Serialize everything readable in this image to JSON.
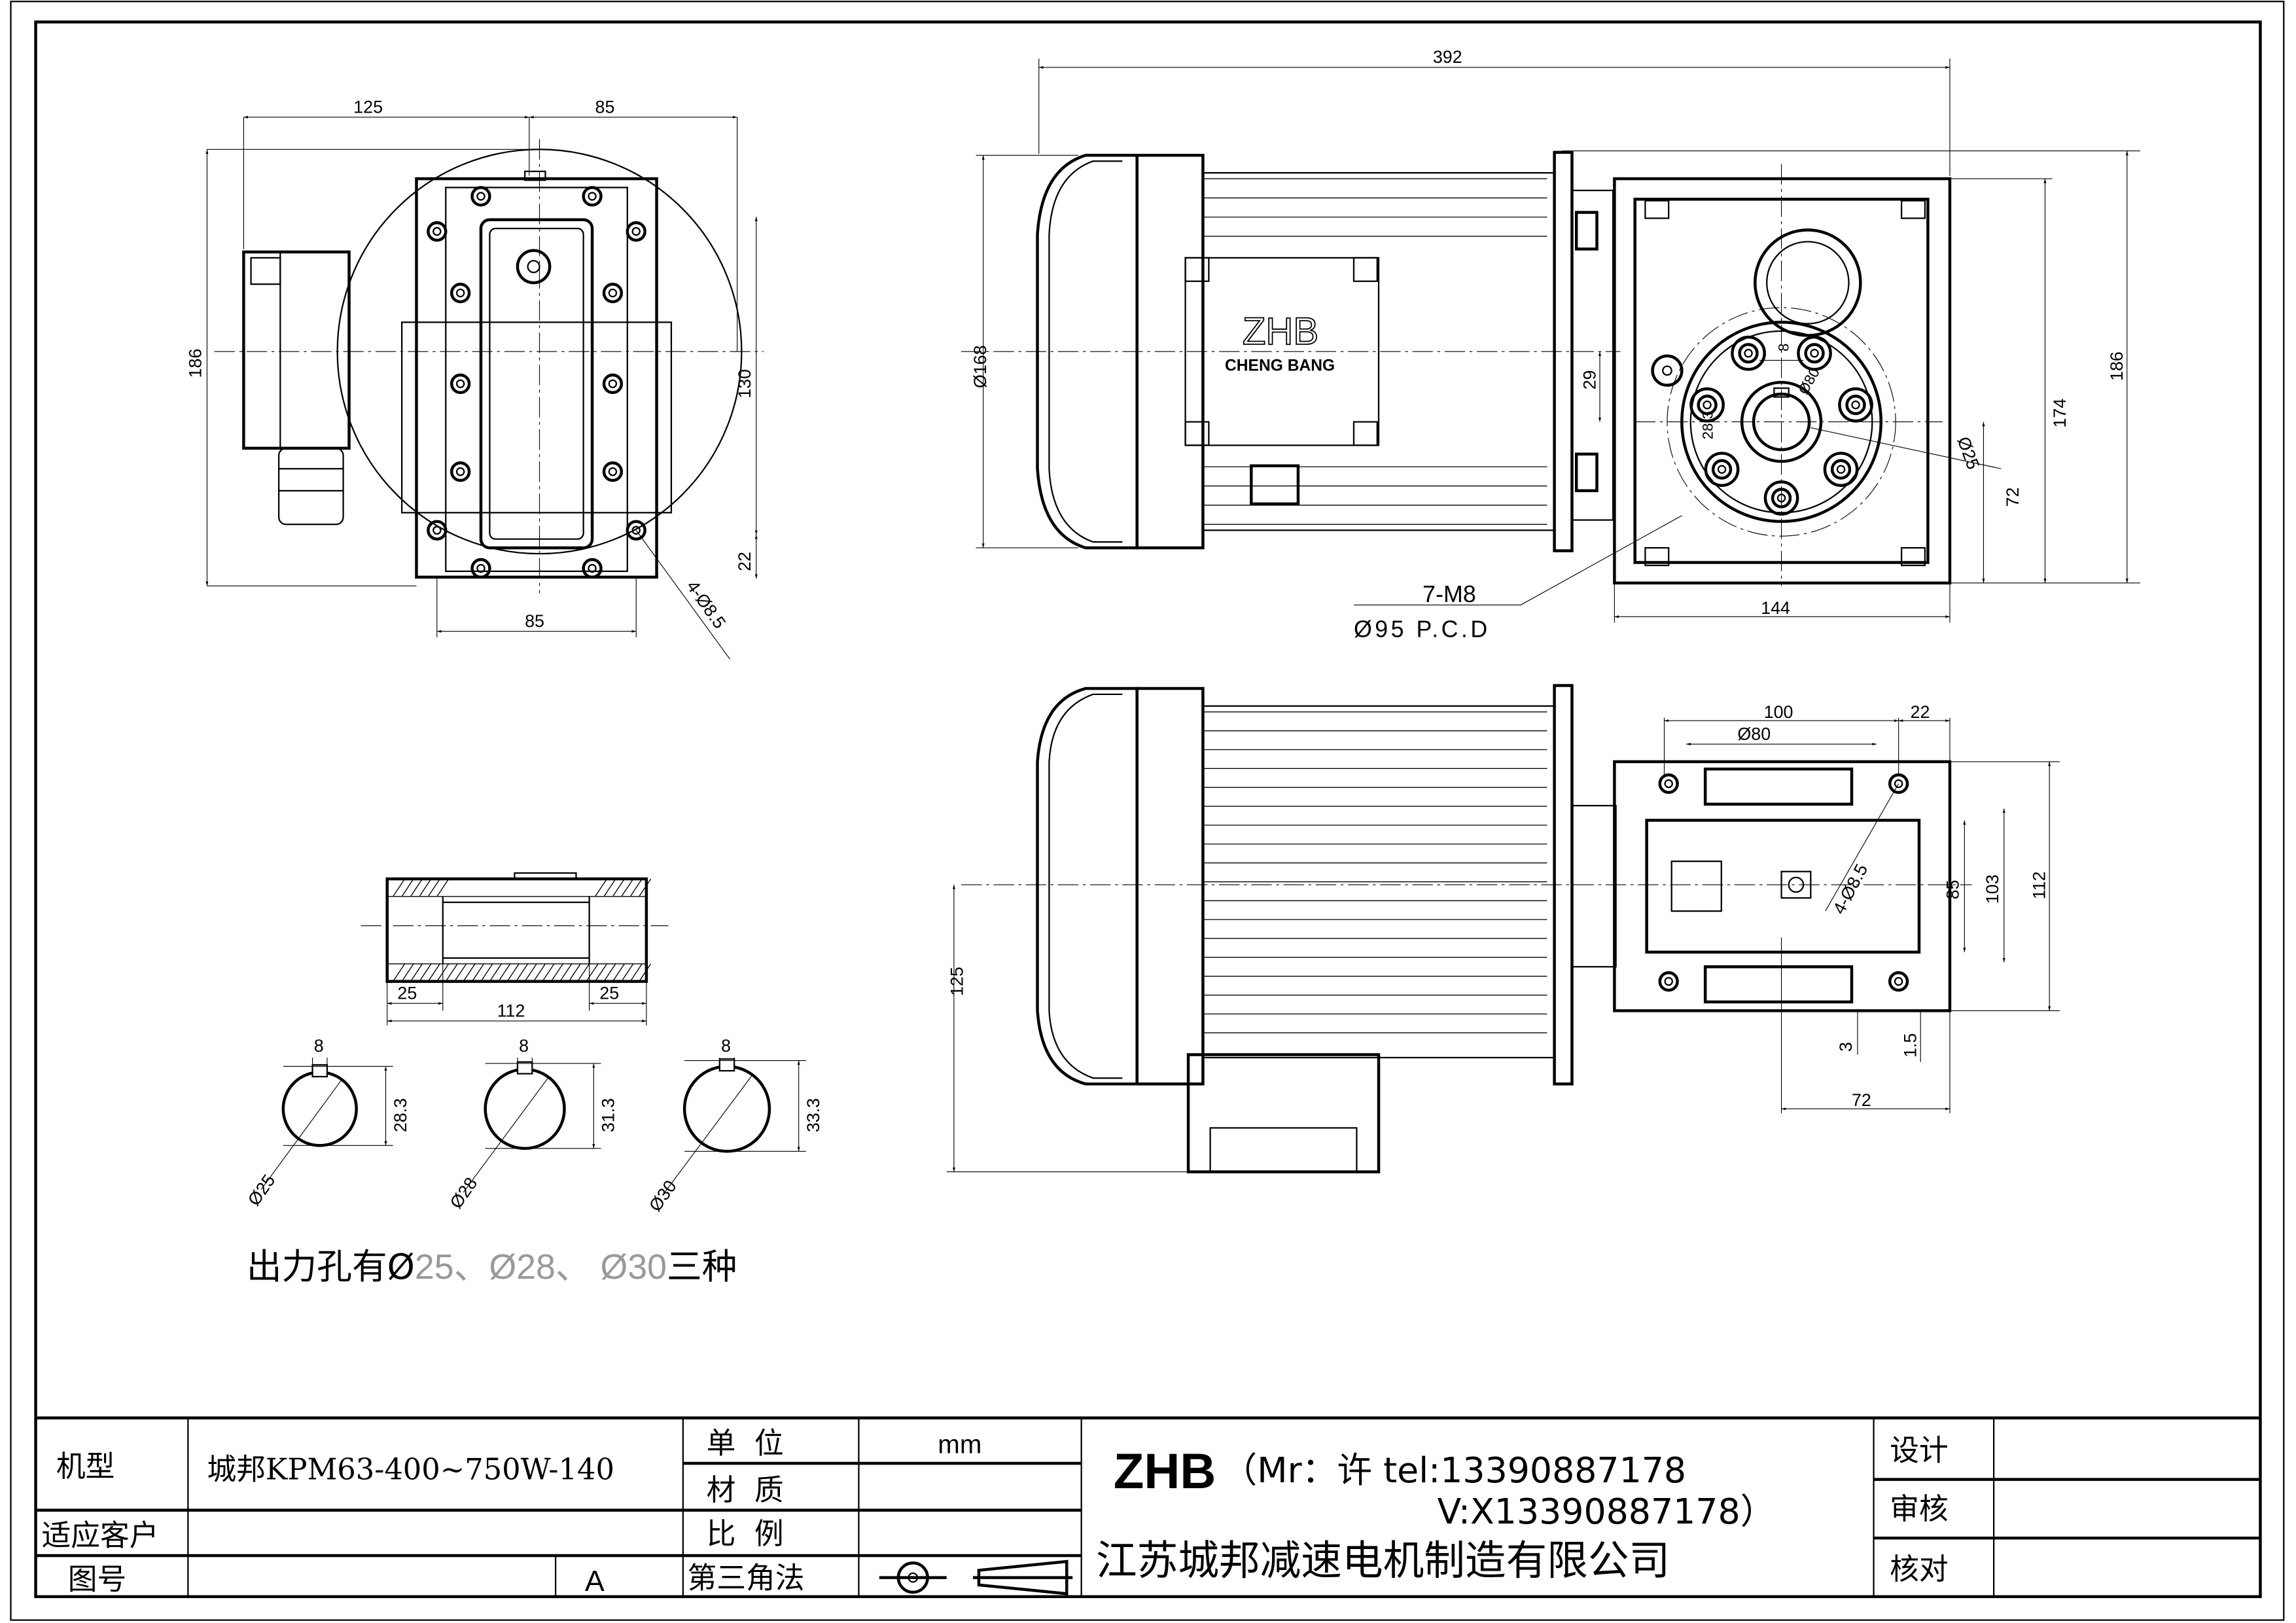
{
  "drawing": {
    "front_view": {
      "dims": {
        "w_left": "125",
        "w_right": "85",
        "height": "186",
        "h_mount": "130",
        "h_bottom": "22",
        "w_bottom": "85",
        "holes": "4-Ø8.5"
      }
    },
    "side_view": {
      "motor_label": {
        "brand": "ZHB",
        "name": "CHENG BANG"
      },
      "dims": {
        "length": "392",
        "motor_dia": "Ø168",
        "offset": "29",
        "key": "8",
        "dia80": "Ø80",
        "keyh": "28.3",
        "bore": "Ø25",
        "h174": "174",
        "h186": "186",
        "h72": "72",
        "w144": "144",
        "bolts": "7-M8",
        "pcd": "Ø95 P.C.D"
      }
    },
    "bottom_view": {
      "dims": {
        "w100": "100",
        "w22": "22",
        "dia80": "Ø80",
        "holes": "4-Ø8.5",
        "h85": "85",
        "h103": "103",
        "h112": "112",
        "h125": "125",
        "d3": "3",
        "d15": "1.5",
        "w72": "72"
      }
    },
    "shaft": {
      "dims": {
        "left": "25",
        "total": "112",
        "right": "25"
      }
    },
    "bores": [
      {
        "key": "8",
        "height": "28.3",
        "dia": "Ø25"
      },
      {
        "key": "8",
        "height": "31.3",
        "dia": "Ø28"
      },
      {
        "key": "8",
        "height": "33.3",
        "dia": "Ø30"
      }
    ],
    "note": {
      "prefix": "出力孔有Ø",
      "v1": "25、Ø28、  Ø30",
      "suffix": "三种"
    }
  },
  "title_block": {
    "model_label": "机型",
    "model_value": "城邦KPM63-400~750W-140",
    "unit_label": "单  位",
    "unit_value": "mm",
    "material_label": "材  质",
    "customer_label": "适应客户",
    "scale_label": "比  例",
    "drawing_no_label": "图号",
    "revision": "A",
    "projection_label": "第三角法",
    "brand": "ZHB",
    "contact_line1": "（Mr：许 tel:13390887178",
    "contact_line2": "V:X13390887178）",
    "company": "江苏城邦减速电机制造有限公司",
    "design_label": "设计",
    "review_label": "审核",
    "check_label": "核对"
  }
}
